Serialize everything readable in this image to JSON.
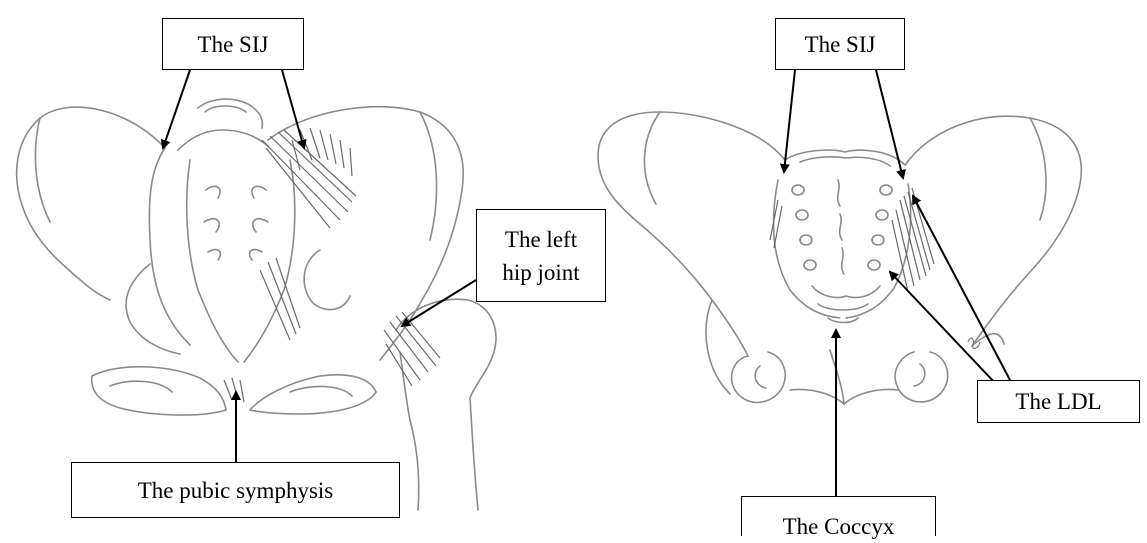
{
  "labels": {
    "sij_front": "The SIJ",
    "sij_back": "The SIJ",
    "left_hip_joint": "The left\nhip joint",
    "pubic_symphysis": "The pubic symphysis",
    "coccyx": "The Coccyx",
    "ldl": "The LDL"
  },
  "colors": {
    "sketch": "#8a8a8a",
    "sketch_dark": "#6a6a6a",
    "label_border": "#000000",
    "arrow": "#000000"
  }
}
